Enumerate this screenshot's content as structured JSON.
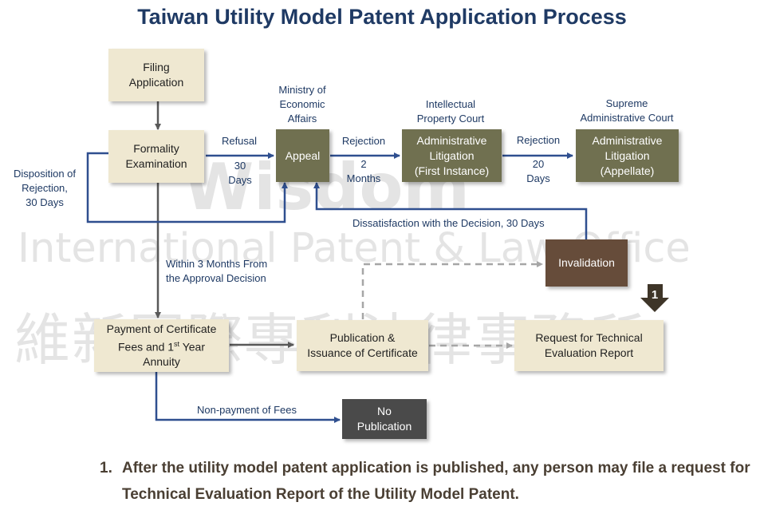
{
  "title": "Taiwan Utility Model Patent Application Process",
  "watermark": {
    "brand": "Wisdom",
    "subtitle": "International Patent & Law Office",
    "chinese": "維新國際專利法律事務所"
  },
  "boxes": {
    "filing": "Filing\nApplication",
    "formality": "Formality\nExamination",
    "appeal": "Appeal",
    "admin_first": "Administrative\nLitigation\n(First Instance)",
    "admin_appellate": "Administrative\nLitigation\n(Appellate)",
    "invalidation": "Invalidation",
    "payment": "Payment of Certificate\nFees and 1",
    "payment_sup": "st",
    "payment_end": " Year\nAnnuity",
    "publication": "Publication &\nIssuance of Certificate",
    "technical": "Request for Technical\nEvaluation Report",
    "no_publication": "No\nPublication"
  },
  "labels": {
    "ministry": "Ministry of\nEconomic\nAffairs",
    "ip_court": "Intellectual\nProperty Court",
    "supreme": "Supreme\nAdministrative Court",
    "refusal": "Refusal",
    "refusal_days": "30\nDays",
    "rejection_1": "Rejection",
    "rejection_1_time": "2\nMonths",
    "rejection_2": "Rejection",
    "rejection_2_time": "20\nDays",
    "disposition": "Disposition of\nRejection,\n30 Days",
    "dissatisfaction": "Dissatisfaction with the Decision, 30 Days",
    "within": "Within 3 Months From\nthe Approval Decision",
    "non_payment": "Non-payment of Fees",
    "marker": "1"
  },
  "note": {
    "number": "1.",
    "text": "After the utility model patent application is published, any person may file a request for Technical Evaluation Report of the Utility Model Patent."
  },
  "colors": {
    "blue_arrow": "#2f4f8f",
    "gray_arrow": "#595959",
    "dashed": "#a6a6a6",
    "marker": "#3e3528"
  }
}
